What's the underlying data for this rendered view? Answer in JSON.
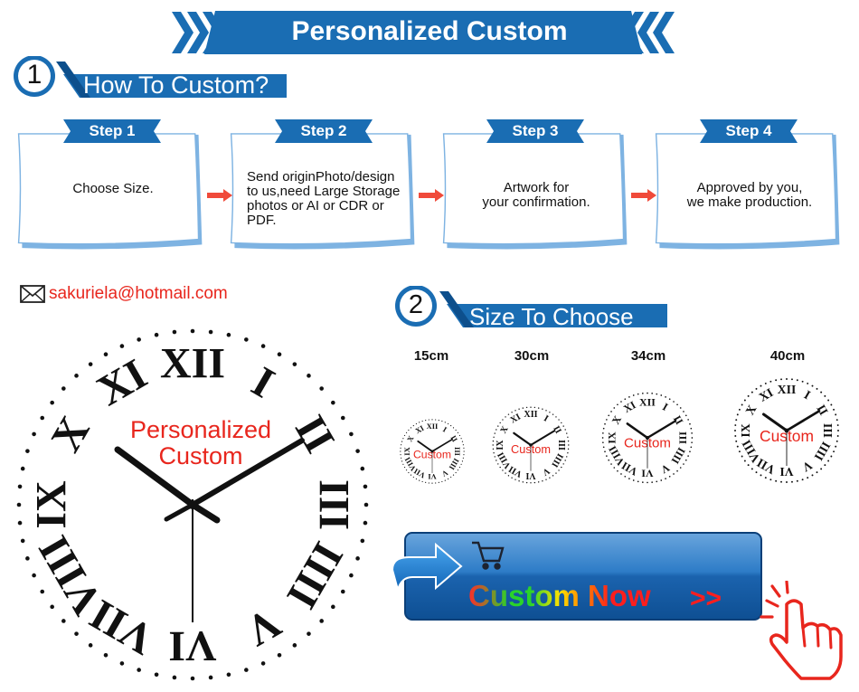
{
  "banner": {
    "title": "Personalized Custom"
  },
  "section1": {
    "number": "1",
    "title": "How To Custom?"
  },
  "steps": [
    {
      "tab": "Step 1",
      "lines": [
        "Choose Size."
      ]
    },
    {
      "tab": "Step 2",
      "lines": [
        "Send originPhoto/design",
        "to us,need Large Storage",
        "photos or AI or CDR or",
        "PDF."
      ]
    },
    {
      "tab": "Step 3",
      "lines": [
        "Artwork for",
        "your confirmation."
      ]
    },
    {
      "tab": "Step 4",
      "lines": [
        "Approved by you,",
        "we make production."
      ]
    }
  ],
  "contact": {
    "email": "sakuriela@hotmail.com",
    "icon": "envelope-icon"
  },
  "main_clock": {
    "text_line1": "Personalized",
    "text_line2": "Custom",
    "numerals": [
      "XII",
      "I",
      "II",
      "III",
      "IIII",
      "V",
      "VI",
      "VII",
      "VIII",
      "IX",
      "X",
      "XI"
    ]
  },
  "section2": {
    "number": "2",
    "title": "Size To Choose"
  },
  "sizes": [
    {
      "label": "15cm",
      "clock_text": "Custom"
    },
    {
      "label": "30cm",
      "clock_text": "Custom"
    },
    {
      "label": "34cm",
      "clock_text": "Custom"
    },
    {
      "label": "40cm",
      "clock_text": "Custom"
    }
  ],
  "cta": {
    "label": "Custom Now",
    "arrows": ">>",
    "icons": [
      "arrow-icon",
      "cart-icon",
      "hand-click-icon"
    ]
  },
  "colors": {
    "brand_blue": "#1a6db3",
    "dark_blue": "#0d4f8c",
    "accent_red": "#e8261d",
    "card_border": "#79aee0"
  }
}
